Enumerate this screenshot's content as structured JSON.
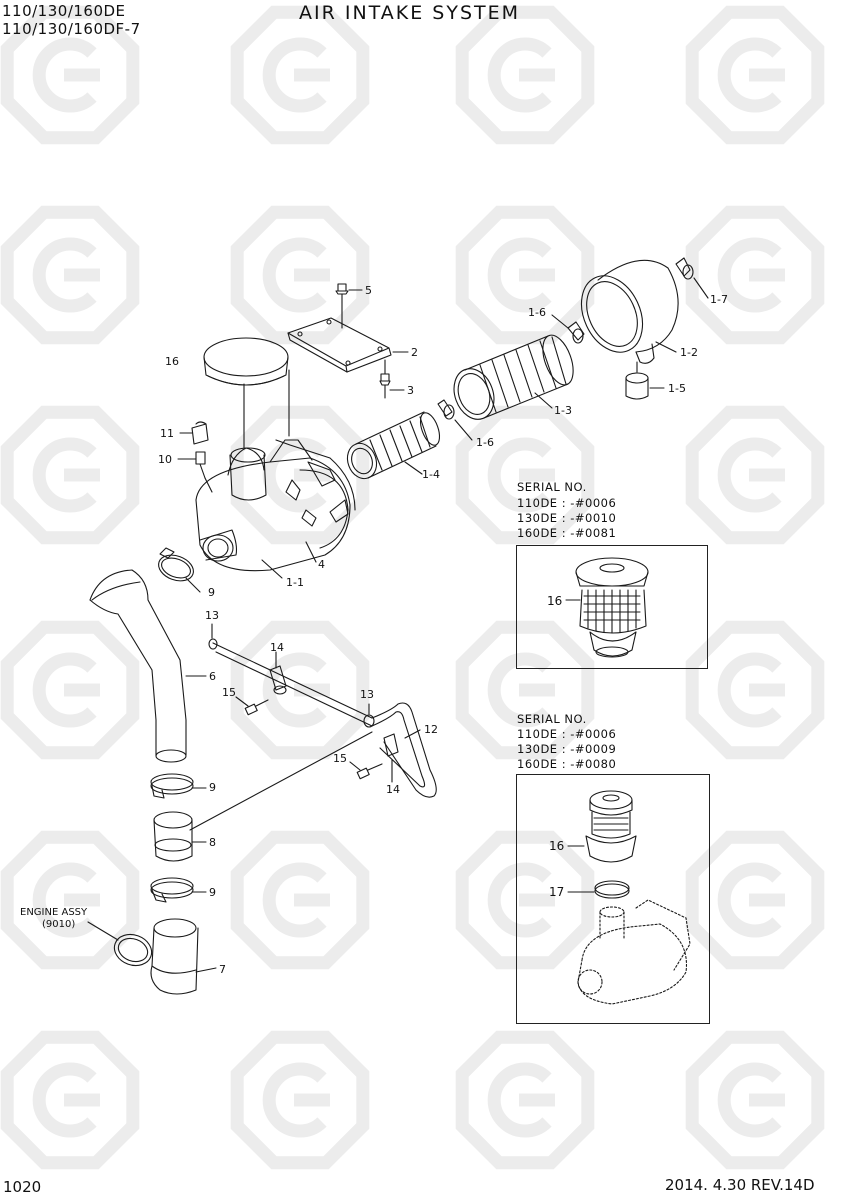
{
  "header": {
    "model_line_1": "110/130/160DE",
    "model_line_2": "110/130/160DF-7",
    "title": "AIR INTAKE SYSTEM"
  },
  "footer": {
    "page_number": "1020",
    "revision": "2014. 4.30  REV.14D"
  },
  "engine_ref": {
    "line_1": "ENGINE ASSY",
    "line_2": "(9010)"
  },
  "inset_1": {
    "heading": "SERIAL NO.",
    "serials": [
      "110DE : -#0006",
      "130DE : -#0010",
      "160DE : -#0081"
    ],
    "part_label": "16"
  },
  "inset_2": {
    "heading": "SERIAL NO.",
    "serials": [
      "110DE : -#0006",
      "130DE : -#0009",
      "160DE : -#0080"
    ],
    "part_labels": [
      "16",
      "17"
    ]
  },
  "callouts": {
    "c5": "5",
    "c2": "2",
    "c3": "3",
    "c16": "16",
    "c11": "11",
    "c10": "10",
    "c4": "4",
    "c1_1": "1-1",
    "c9a": "9",
    "c1_6a": "1-6",
    "c1_7": "1-7",
    "c1_2": "1-2",
    "c1_5": "1-5",
    "c1_3": "1-3",
    "c1_6b": "1-6",
    "c1_4": "1-4",
    "c13a": "13",
    "c14a": "14",
    "c6": "6",
    "c15a": "15",
    "c13b": "13",
    "c12": "12",
    "c15b": "15",
    "c14b": "14",
    "c9b": "9",
    "c8": "8",
    "c9c": "9",
    "c7": "7"
  },
  "colors": {
    "line": "#1a1a1a",
    "watermark": "#ececec"
  }
}
